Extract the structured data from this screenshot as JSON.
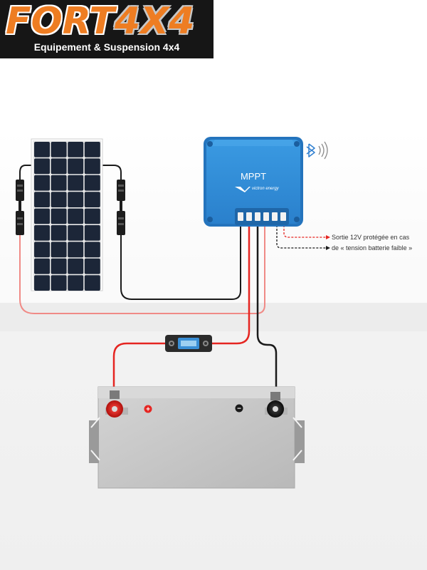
{
  "logo": {
    "title_part1": "FORT",
    "title_part2": "4X4",
    "subtitle": "Equipement & Suspension 4x4"
  },
  "controller": {
    "label": "MPPT",
    "brand": "victron energy"
  },
  "annotation": {
    "line1": "Sortie 12V protégée en cas",
    "line2": "de « tension batterie faible »"
  },
  "battery": {
    "positive_symbol": "+",
    "negative_symbol": "−"
  },
  "colors": {
    "positive_wire": "#e52521",
    "negative_wire": "#1a1a1a",
    "controller_blue": "#2f8fd8",
    "logo_orange": "#ee7d22",
    "battery_gray": "#c8c8c8"
  },
  "icons": [
    "bluetooth-icon",
    "signal-waves-icon"
  ]
}
